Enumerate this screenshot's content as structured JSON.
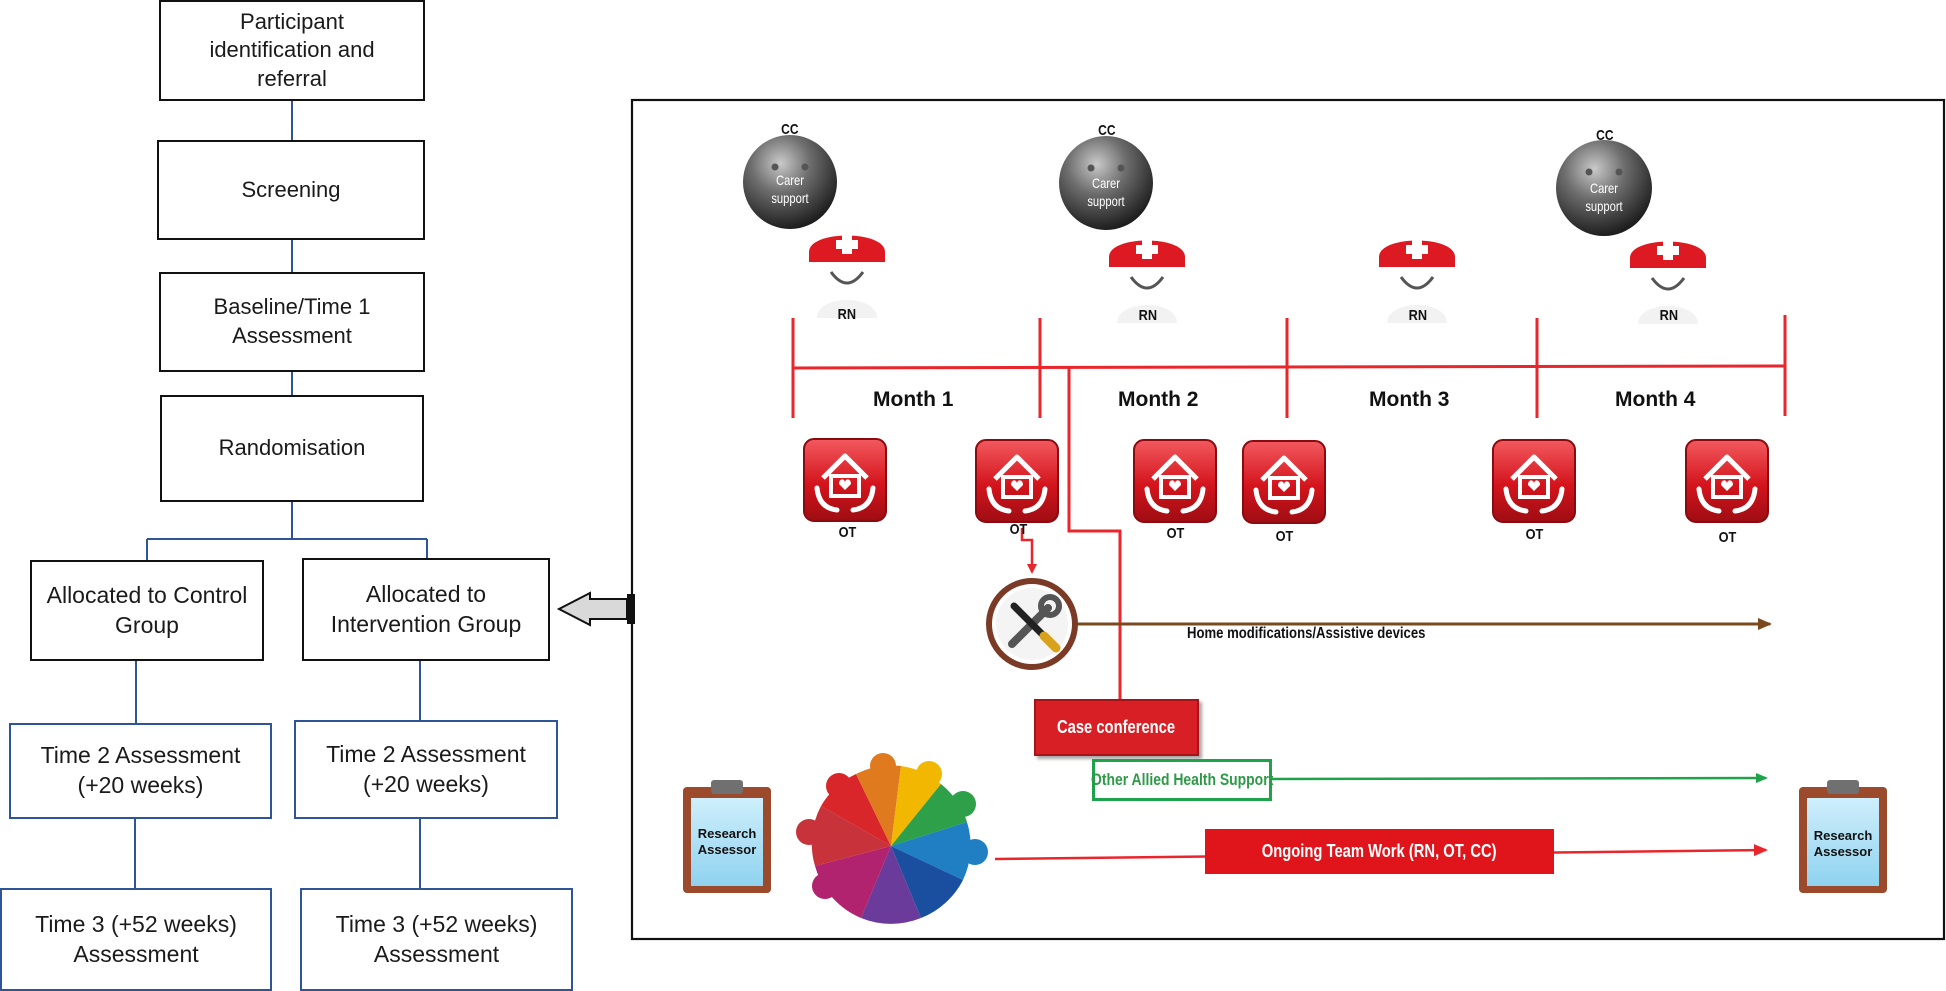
{
  "flowchart": {
    "identification": "Participant\nidentification and\nreferral",
    "screening": "Screening",
    "baseline": "Baseline/Time 1\nAssessment",
    "randomisation": "Randomisation",
    "control": "Allocated to Control\nGroup",
    "intervention": "Allocated to\nIntervention Group",
    "control_time2": "Time 2 Assessment\n(+20 weeks)",
    "intervention_time2": "Time 2 Assessment\n(+20 weeks)",
    "control_time3": "Time 3 (+52 weeks)\nAssessment",
    "intervention_time3": "Time 3 (+52 weeks)\nAssessment"
  },
  "intervention": {
    "cc_label": "CC",
    "carer_label": "Carer\nsupport",
    "rn_label": "RN",
    "ot_label": "OT",
    "months": [
      "Month 1",
      "Month 2",
      "Month 3",
      "Month 4"
    ],
    "home_modifications": "Home modifications/Assistive devices",
    "case_conference": "Case conference",
    "allied_health": "Other Allied Health Support",
    "ongoing_team": "Ongoing Team Work (RN, OT, CC)",
    "research_assessor": "Research\nAssessor"
  },
  "colors": {
    "timeline_red": "#e8262c",
    "flow_line_blue": "#2f5597",
    "allied_green": "#1fa34a",
    "home_mod_brown": "#7a4a1e"
  },
  "icons": [
    "nurse-icon",
    "home-care-icon",
    "tools-icon",
    "clipboard-icon",
    "team-icon",
    "carer-support-icon"
  ]
}
